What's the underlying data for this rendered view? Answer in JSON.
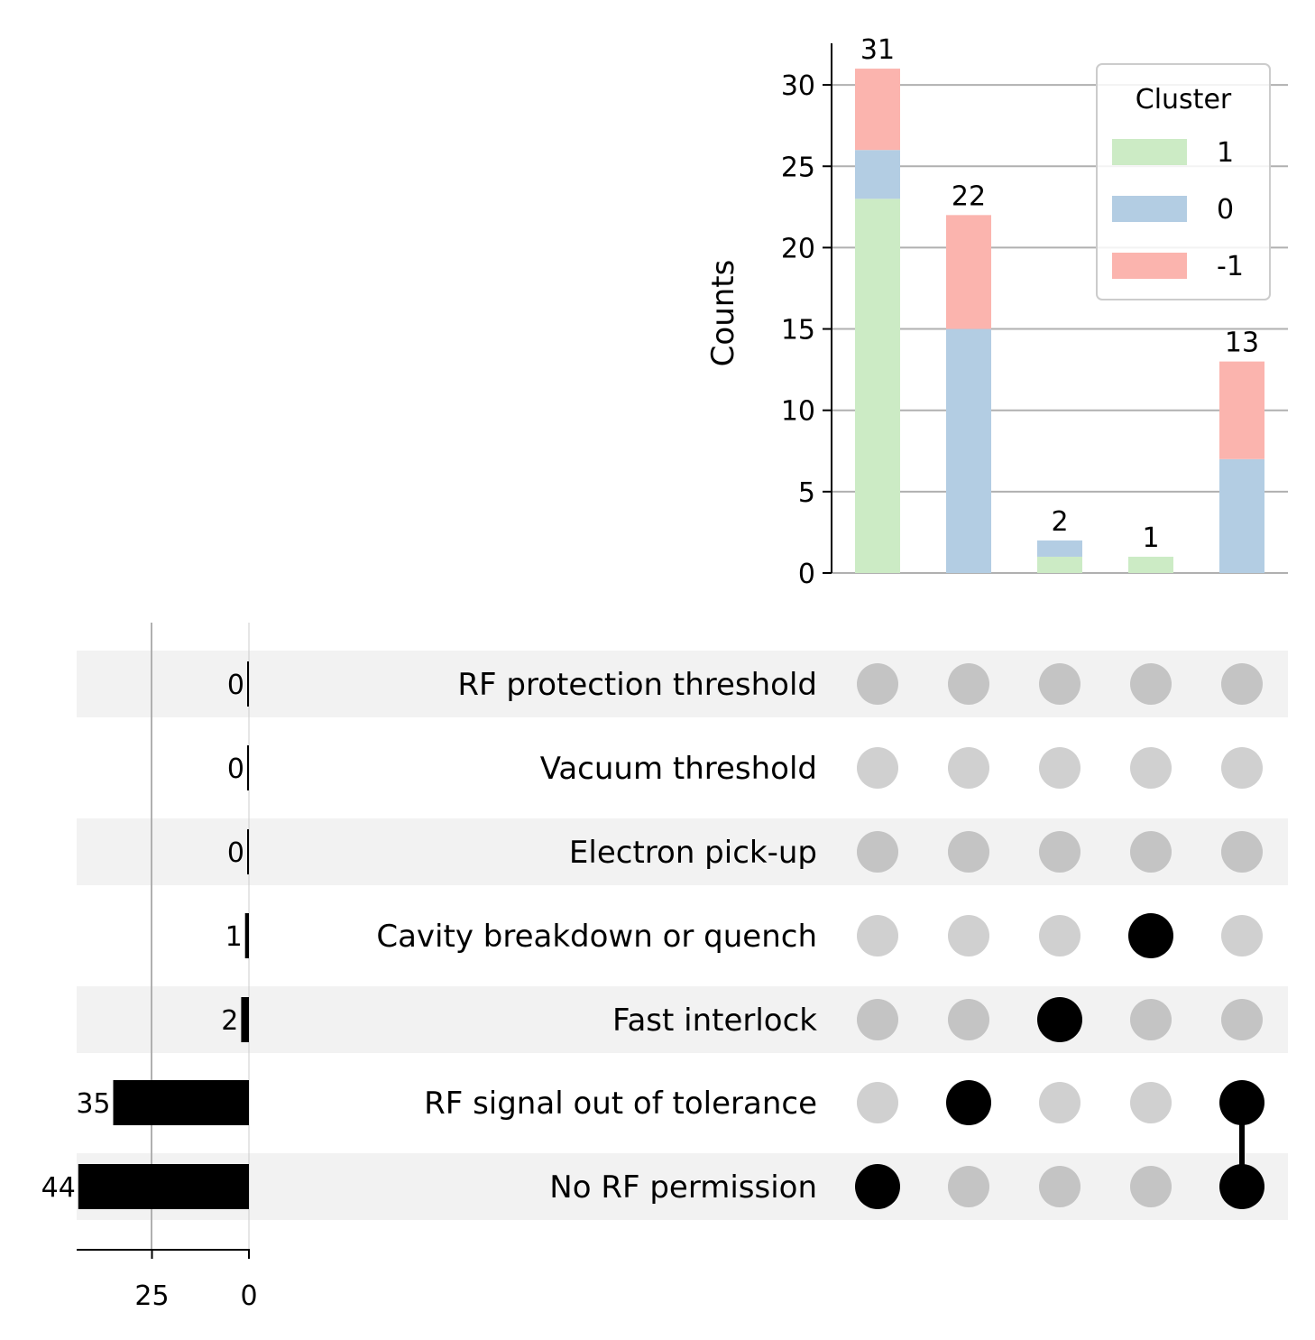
{
  "chart_data": {
    "type": "upset",
    "intersections": {
      "type": "bar",
      "stacked": true,
      "ylabel": "Counts",
      "ylim": [
        0,
        32.5
      ],
      "yticks": [
        0,
        5,
        10,
        15,
        20,
        25,
        30
      ],
      "grid": true,
      "totals": [
        31,
        22,
        2,
        1,
        13
      ],
      "series": [
        {
          "name": "1",
          "color": "#ccebc5",
          "values": [
            23,
            0,
            1,
            1,
            0
          ]
        },
        {
          "name": "0",
          "color": "#b3cde3",
          "values": [
            3,
            15,
            1,
            0,
            7
          ]
        },
        {
          "name": "-1",
          "color": "#fbb4ae",
          "values": [
            5,
            7,
            0,
            0,
            6
          ]
        }
      ],
      "legend": {
        "title": "Cluster",
        "placement": "top-right",
        "entries": [
          "1",
          "0",
          "-1"
        ]
      }
    },
    "sets": {
      "names": [
        "RF protection threshold",
        "Vacuum threshold",
        "Electron pick-up",
        "Cavity breakdown or quench",
        "Fast interlock",
        "RF signal out of tolerance",
        "No RF permission"
      ],
      "sizes": [
        0,
        0,
        0,
        1,
        2,
        35,
        44
      ],
      "xticks": [
        25,
        0
      ],
      "bar_color": "#000000"
    },
    "matrix": {
      "membership": [
        [
          "No RF permission"
        ],
        [
          "RF signal out of tolerance"
        ],
        [
          "Fast interlock"
        ],
        [
          "Cavity breakdown or quench"
        ],
        [
          "RF signal out of tolerance",
          "No RF permission"
        ]
      ],
      "active_color": "#000000",
      "inactive_color": "#cccccc",
      "shade_color": "#f2f2f2"
    }
  }
}
